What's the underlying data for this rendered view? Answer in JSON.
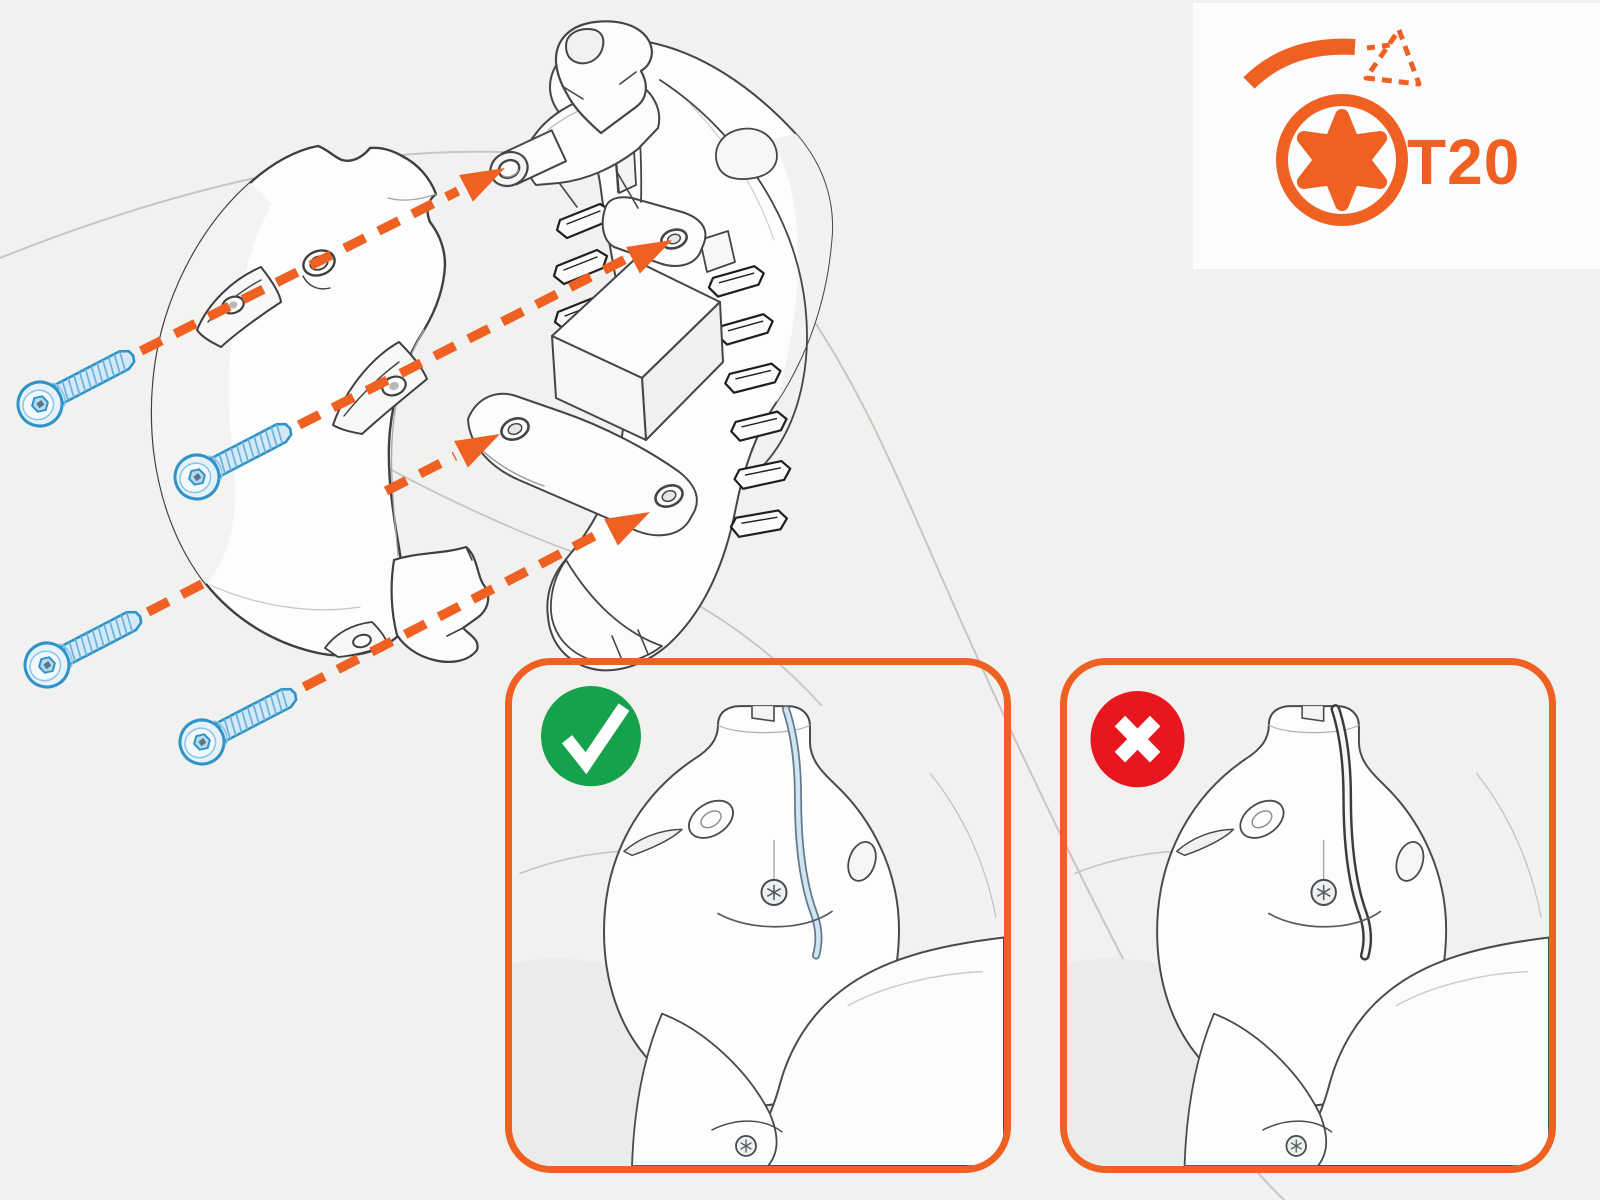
{
  "colors": {
    "page_bg": "#f1f1ef",
    "panel_bg": "#fcfcfc",
    "orange": "#ee6122",
    "green": "#16a14b",
    "red": "#e8161f",
    "screw_blue": "#2f93c8",
    "screw_fill": "#d3e9f7",
    "line": "#454545",
    "faint": "#c6c6c4",
    "seam_blue": "#cfe6f2"
  },
  "tool_badge": {
    "label": "T20",
    "bit_icon": "torx-bit-icon",
    "rotation_icon": "rotate-clockwise-arrow-icon"
  },
  "exploded_view": {
    "screw_count": 4,
    "screw_icon": "torx-button-head-screw",
    "arrow_count": 4,
    "arrow_style": "orange-dashed"
  },
  "comparison": {
    "correct": {
      "badge_icon": "check-icon",
      "seam": "gasket-visible"
    },
    "incorrect": {
      "badge_icon": "cross-icon",
      "seam": "gap-open"
    }
  }
}
